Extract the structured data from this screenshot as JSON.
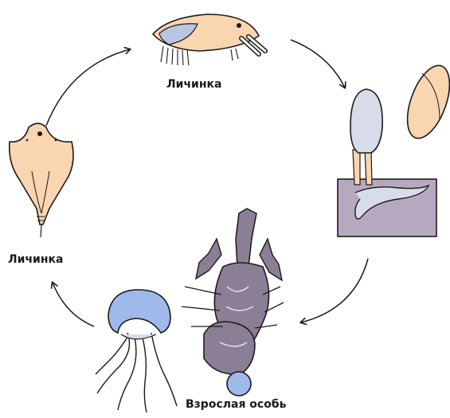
{
  "labels": {
    "top_larva": "Личинка",
    "left_larva": "Личинка",
    "adult": "Взрослая особь"
  },
  "colors": {
    "outline": "#1a1a1a",
    "larva_body": "#f9d5b0",
    "shell_blue": "#b9c6df",
    "host_purple": "#b6a9bf",
    "worm": "#d6dde9",
    "jelly_blue": "#9fb9ea",
    "adult_body": "#8b7f95"
  },
  "icons": [
    "nauplius-larva",
    "cyprid-larva-on-host",
    "free-cyprid",
    "parasite-in-host",
    "adult-parasite",
    "jellyfish-host",
    "cycle-arrow"
  ]
}
